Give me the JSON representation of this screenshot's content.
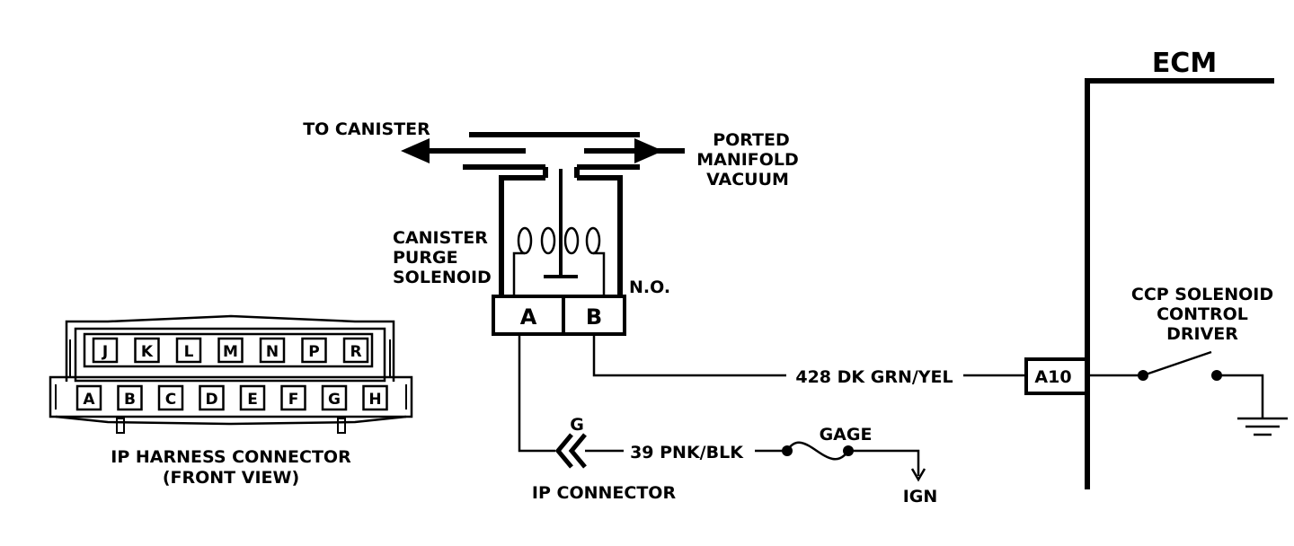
{
  "ecm": {
    "title": "ECM"
  },
  "ports": {
    "to_canister": "TO CANISTER",
    "ported_vacuum": [
      "PORTED",
      "MANIFOLD",
      "VACUUM"
    ]
  },
  "solenoid": {
    "label": [
      "CANISTER",
      "PURGE",
      "SOLENOID"
    ],
    "normally_open": "N.O.",
    "terminal_a": "A",
    "terminal_b": "B"
  },
  "ccp": {
    "label": [
      "CCP SOLENOID",
      "CONTROL",
      "DRIVER"
    ]
  },
  "wires": {
    "w428": "428  DK GRN/YEL",
    "w39": "39  PNK/BLK",
    "ecm_pin": "A10"
  },
  "ip_connector": {
    "pin": "G",
    "label": "IP CONNECTOR"
  },
  "fuse": {
    "label": "GAGE"
  },
  "ignition": {
    "label": "IGN"
  },
  "harness": {
    "top_pins": [
      "J",
      "K",
      "L",
      "M",
      "N",
      "P",
      "R"
    ],
    "bottom_pins": [
      "A",
      "B",
      "C",
      "D",
      "E",
      "F",
      "G",
      "H"
    ],
    "title": "IP HARNESS CONNECTOR",
    "subtitle": "(FRONT VIEW)"
  }
}
